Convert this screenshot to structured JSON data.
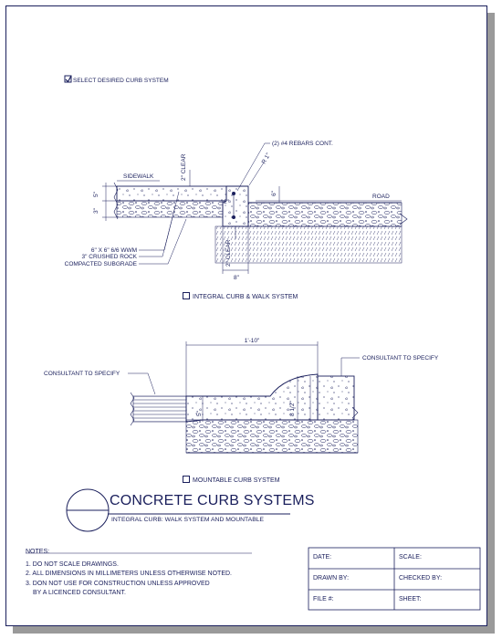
{
  "header": {
    "select_label": "SELECT DESIRED CURB SYSTEM"
  },
  "detail1": {
    "clear_top": "2\" CLEAR",
    "rebars": "(2) #4 REBARS CONT.",
    "radius": "R 1\"",
    "sidewalk": "SIDEWALK",
    "dim_5": "5\"",
    "dim_3": "3\"",
    "dim_2": "2\"",
    "dim_6": "6\"",
    "road": "ROAD",
    "wwm": "6\" X 6\" 6/6 WWM",
    "rock": "3\" CRUSHED ROCK",
    "subgrade": "COMPACTED SUBGRADE",
    "clear_bottom": "2\" CLEAR",
    "dim_8": "8\"",
    "option_label": "INTEGRAL CURB & WALK SYSTEM"
  },
  "detail2": {
    "width": "1'-10\"",
    "consultant_right": "CONSULTANT TO SPECIFY",
    "consultant_left": "CONSULTANT TO SPECIFY",
    "dim_5": "5\"",
    "dim_8_5": "8 1/2\"",
    "option_label": "MOUNTABLE CURB SYSTEM"
  },
  "title": {
    "main": "CONCRETE CURB SYSTEMS",
    "sub": "INTEGRAL CURB: WALK SYSTEM AND MOUNTABLE"
  },
  "notes": {
    "heading": "NOTES:",
    "lines": [
      "1.  DO NOT SCALE DRAWINGS.",
      "2.  ALL DIMENSIONS IN MILLIMETERS UNLESS OTHERWISE NOTED.",
      "3.  DON NOT USE FOR CONSTRUCTION UNLESS APPROVED",
      "     BY A LICENCED CONSULTANT."
    ]
  },
  "titleblock": {
    "date": "DATE:",
    "scale": "SCALE:",
    "drawn_by": "DRAWN BY:",
    "checked_by": "CHECKED BY:",
    "file": "FILE #:",
    "sheet": "SHEET:"
  },
  "colors": {
    "ink": "#1a1f5c",
    "shadow": "#9a9a9a"
  }
}
